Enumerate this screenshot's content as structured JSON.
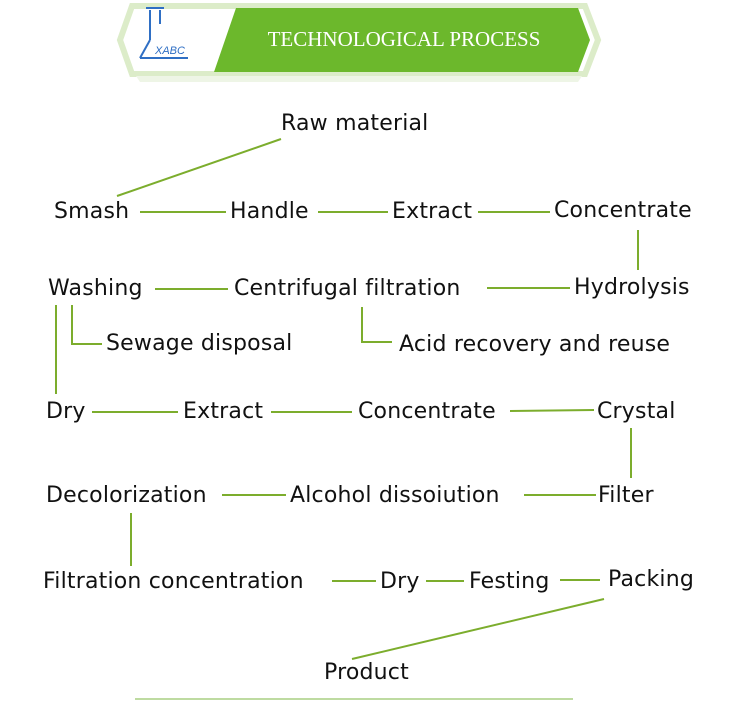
{
  "header": {
    "title": "TECHNOLOGICAL PROCESS",
    "logo_text": "XABC",
    "colors": {
      "banner": "#6cb82c",
      "frame": "#dcecc9",
      "logo": "#2f6fc4"
    }
  },
  "colors": {
    "connector": "#7cad2d",
    "text": "#111111"
  },
  "steps": {
    "raw_material": "Raw material",
    "smash": "Smash",
    "handle": "Handle",
    "extract_1": "Extract",
    "concentrate_1": "Concentrate",
    "hydrolysis": "Hydrolysis",
    "centrifugal_filtration": "Centrifugal filtration",
    "washing": "Washing",
    "sewage_disposal": "Sewage disposal",
    "acid_recovery": "Acid recovery and reuse",
    "dry_1": "Dry",
    "extract_2": "Extract",
    "concentrate_2": "Concentrate",
    "crystal": "Crystal",
    "filter": "Filter",
    "alcohol_dissolution": "Alcohol dissoiution",
    "decolorization": "Decolorization",
    "filtration_concentration": "Filtration concentration",
    "dry_2": "Dry",
    "festing": "Festing",
    "packing": "Packing",
    "product": "Product"
  }
}
